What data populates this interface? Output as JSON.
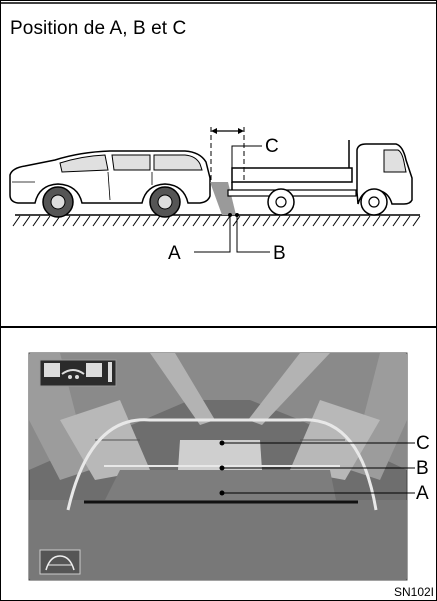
{
  "header": {
    "title": "Position de A, B et C"
  },
  "diagram": {
    "labels": {
      "a": "A",
      "b": "B",
      "c": "C"
    }
  },
  "camera_view": {
    "labels": {
      "a": "A",
      "b": "B",
      "c": "C"
    },
    "colors": {
      "screen": "#6e6e6e",
      "guide_line": "#e8e8e8",
      "reference_line": "#111111"
    },
    "icons": [
      "sensor-display-icon",
      "guide-mode-icon"
    ]
  },
  "footer": {
    "code": "SN102I"
  }
}
